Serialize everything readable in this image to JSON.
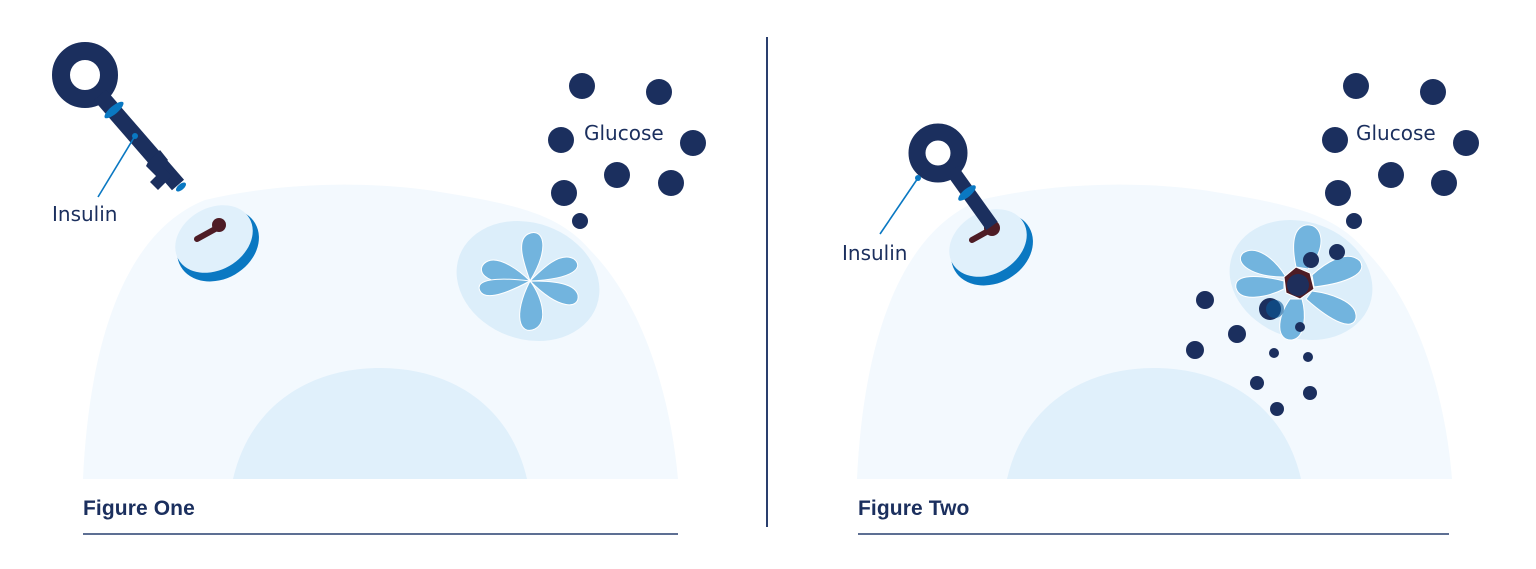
{
  "colors": {
    "navy": "#1b2f5e",
    "cell_body": "#f3f9fe",
    "nucleus": "#e0f0fb",
    "receptor_top": "#e0f0fb",
    "receptor_side": "#0a78c2",
    "keyhole": "#4e1c25",
    "transporter_halo": "#dceefa",
    "transporter_petal": "#72b4de",
    "rule": "#5d6f93"
  },
  "figures": [
    {
      "id": "figure-one",
      "title": "Figure One",
      "labels": {
        "insulin": "Insulin",
        "glucose": "Glucose"
      },
      "state": "key outside receptor; glucose transporter closed"
    },
    {
      "id": "figure-two",
      "title": "Figure Two",
      "labels": {
        "insulin": "Insulin",
        "glucose": "Glucose"
      },
      "state": "key inserted in receptor; glucose transporter open, glucose entering cell"
    }
  ]
}
